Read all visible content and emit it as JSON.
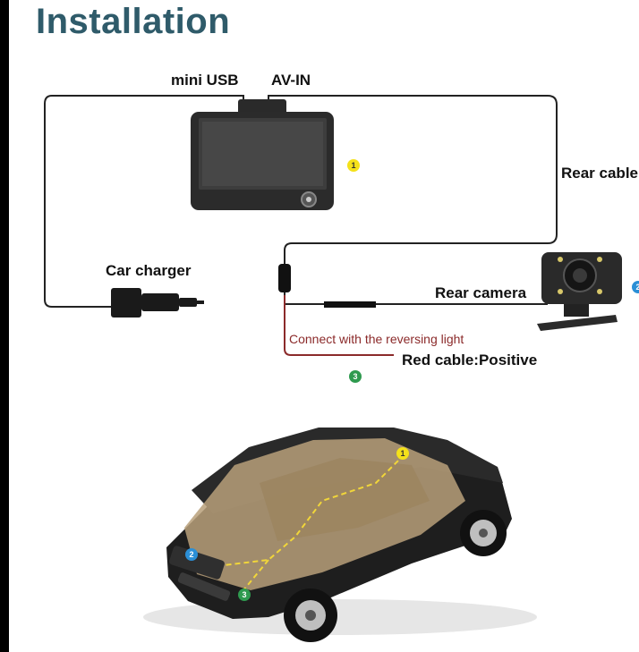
{
  "title": "Installation",
  "labels": {
    "mini_usb": "mini USB",
    "av_in": "AV-IN",
    "rear_cable": "Rear cable",
    "car_charger": "Car charger",
    "rear_camera": "Rear camera",
    "connect_reversing": "Connect with the reversing light",
    "red_cable": "Red cable:Positive"
  },
  "markers": {
    "m1": "1",
    "m2": "2",
    "m3": "3"
  },
  "colors": {
    "title": "#2f5b6a",
    "red_wire": "#8b2a2a",
    "marker_yellow": "#f4e11a",
    "marker_green": "#2f9a4f",
    "marker_blue": "#2b8fd6"
  }
}
